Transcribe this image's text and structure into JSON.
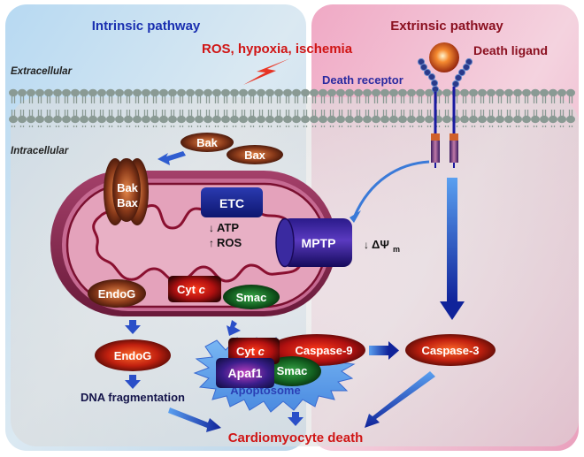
{
  "panels": {
    "intrinsic_title": "Intrinsic pathway",
    "extrinsic_title": "Extrinsic pathway"
  },
  "regions": {
    "extracellular": "Extracellular",
    "intracellular": "Intracellular"
  },
  "stimuli": {
    "stress": "ROS, hypoxia, ischemia",
    "death_ligand": "Death ligand",
    "death_receptor": "Death receptor"
  },
  "mitochondrion": {
    "bak_free": "Bak",
    "bax_free": "Bax",
    "bak_pore": "Bak",
    "bax_pore": "Bax",
    "etc": "ETC",
    "atp": "ATP",
    "ros": "ROS",
    "atp_direction": "down",
    "ros_direction": "up",
    "mptp": "MPTP",
    "membrane_potential": "ΔΨ",
    "membrane_potential_sub": "m",
    "membrane_potential_direction": "down",
    "endog": "EndoG",
    "cytc": "Cyt",
    "cytc_italic": "c",
    "smac": "Smac"
  },
  "downstream": {
    "endog": "EndoG",
    "dna_fragmentation": "DNA fragmentation",
    "cytc": "Cyt",
    "cytc_italic": "c",
    "caspase9": "Caspase-9",
    "apaf1": "Apaf1",
    "smac": "Smac",
    "apoptosome": "Apoptosome",
    "caspase3": "Caspase-3",
    "outcome": "Cardiomyocyte death"
  },
  "colors": {
    "intrinsic_title": "#1a2fb0",
    "extrinsic_title": "#8b1020",
    "stress_text": "#d01515",
    "death_receptor_text": "#2a2aa0",
    "outcome_text": "#d01515",
    "apoptosome_text": "#2a3fb5",
    "arrow_blue": "#1a2fa8"
  }
}
